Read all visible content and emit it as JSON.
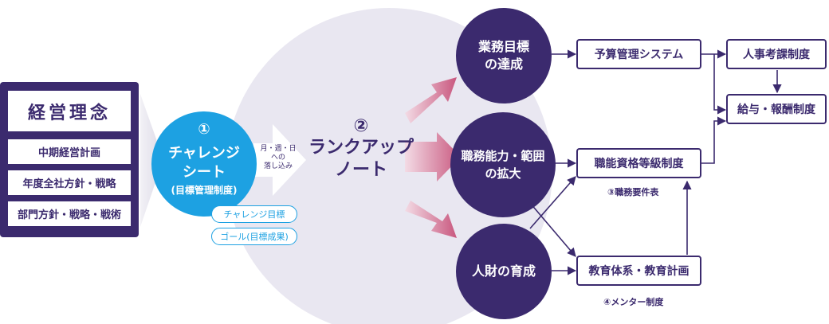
{
  "philosophy": {
    "title": "経営理念",
    "items": [
      "中期経営計画",
      "年度全社方針・戦略",
      "部門方針・戦略・戦術"
    ]
  },
  "challenge_sheet": {
    "number": "①",
    "line1": "チャレンジ",
    "line2": "シート",
    "sub": "(目標管理制度)",
    "pills": [
      "チャレンジ目標",
      "ゴール(目標成果)"
    ]
  },
  "breakdown_arrow": {
    "line1": "月・週・日",
    "line2": "への",
    "line3": "落し込み"
  },
  "rankup_note": {
    "number": "②",
    "line1": "ランクアップ",
    "line2": "ノート"
  },
  "circles": {
    "goal": [
      "業務目標",
      "の達成"
    ],
    "ability": [
      "職務能力・範囲",
      "の拡大"
    ],
    "talent": [
      "人財の育成"
    ]
  },
  "boxes": {
    "budget": "予算管理システム",
    "personnel": "人事考課制度",
    "salary": "給与・報酬制度",
    "qualification": "職能資格等級制度",
    "education": "教育体系・教育計画"
  },
  "notes": {
    "job_requirements": "③職務要件表",
    "mentor": "④メンター制度"
  },
  "colors": {
    "navy": "#3b2a6e",
    "blue": "#1da1e2",
    "light_bg": "#e9e7f1",
    "pink_arrow": "#c9587f"
  }
}
